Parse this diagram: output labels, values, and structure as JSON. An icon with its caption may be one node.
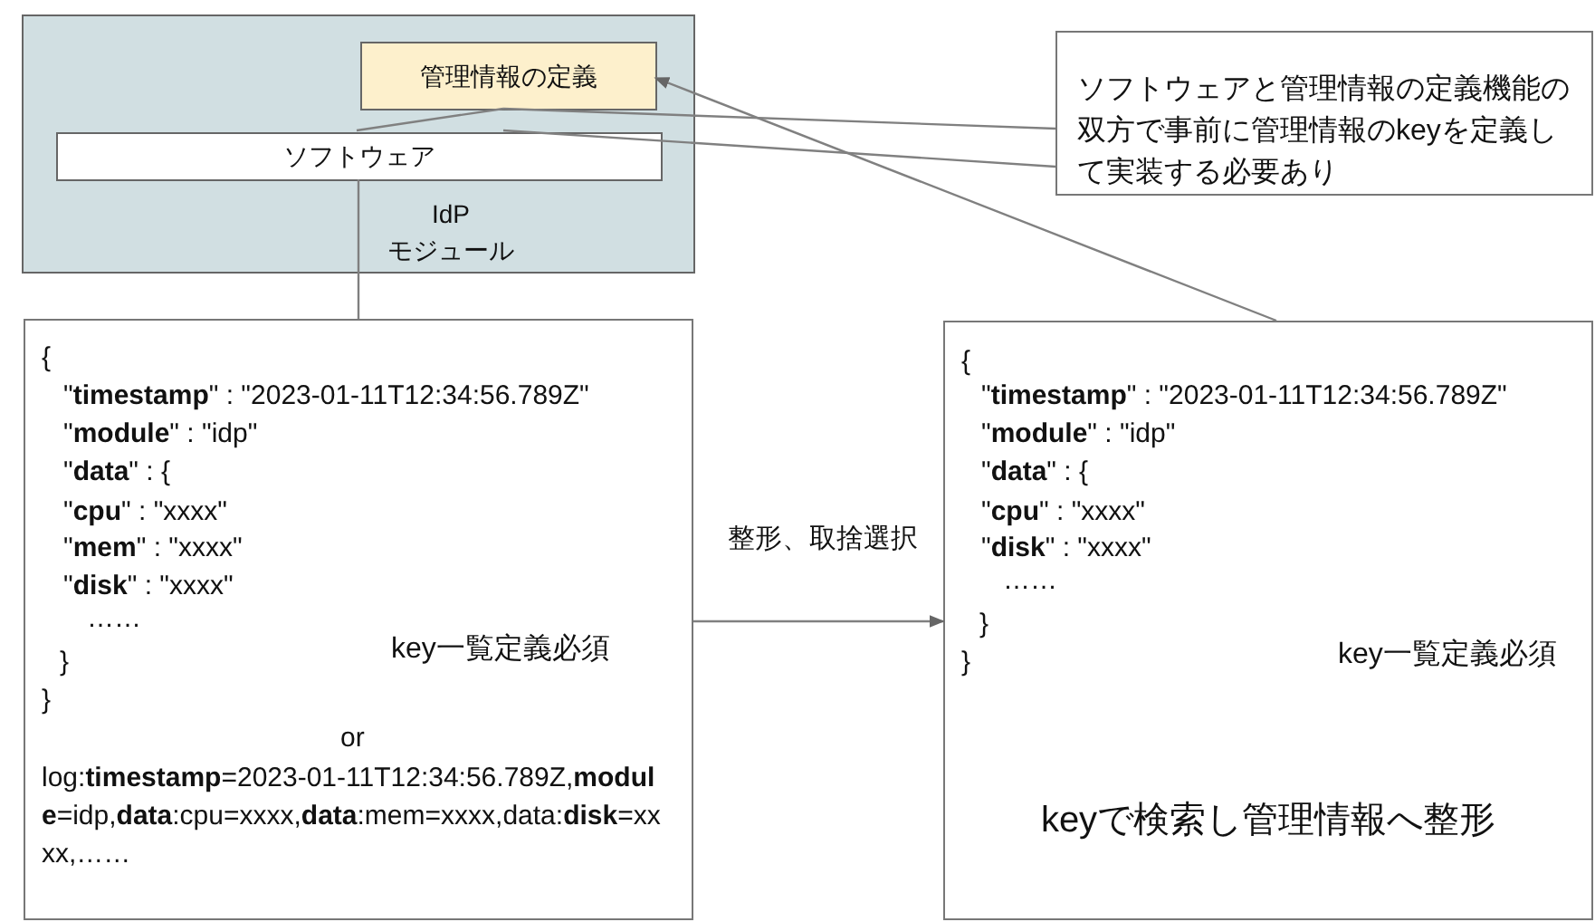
{
  "diagram": {
    "nodes": [
      {
        "text": [
          "IdP モジュール"
        ]
      },
      {
        "text": [
          "管理情報の定義"
        ],
        "in": 0
      },
      {
        "text": [
          "ソフトウェア"
        ],
        "in": 0
      },
      {
        "text": [
          "ソフトウェアと管理情報の定義機能の双方で事前に管理情報のkeyを定義して実装する必要あり"
        ]
      },
      {
        "text": [
          "{",
          "\"**timestamp**\" : \"2023-01-11T12:34:56.789Z\"",
          "\"**module**\" : \"idp\"",
          "\"**data**\" : {",
          "\"**cpu**\" : \"xxxx\"",
          "\"**mem**\" : \"xxxx\"",
          "\"**disk**\" : \"xxxx\"",
          "……",
          "}",
          "}",
          "key一覧定義必須",
          "or",
          "log:**timestamp**=2023-01-11T12:34:56.789Z,**module**=idp,**data**:cpu=xxxx,**data**:mem=xxxx,data:**disk**=xxxx,……"
        ]
      },
      {
        "text": [
          "{",
          "\"**timestamp**\" : \"2023-01-11T12:34:56.789Z\"",
          "\"**module**\" : \"idp\"",
          "\"**data**\" : {",
          "\"**cpu**\" : \"xxxx\"",
          "\"**disk**\" : \"xxxx\"",
          "……",
          "}",
          "}",
          "key一覧定義必須",
          "keyで検索し管理情報へ整形"
        ]
      }
    ],
    "edges": [
      {
        "from": 4,
        "to": 2,
        "arrow": "none"
      },
      {
        "from": 2,
        "to": 1,
        "arrow": "none"
      },
      {
        "from": 3,
        "to": 1,
        "arrow": "none"
      },
      {
        "from": 3,
        "to": 2,
        "arrow": "none"
      },
      {
        "from": 5,
        "to": 1,
        "arrow": "to"
      },
      {
        "from": 4,
        "to": 5,
        "arrow": "to",
        "label": "整形、取捨選択"
      }
    ]
  }
}
